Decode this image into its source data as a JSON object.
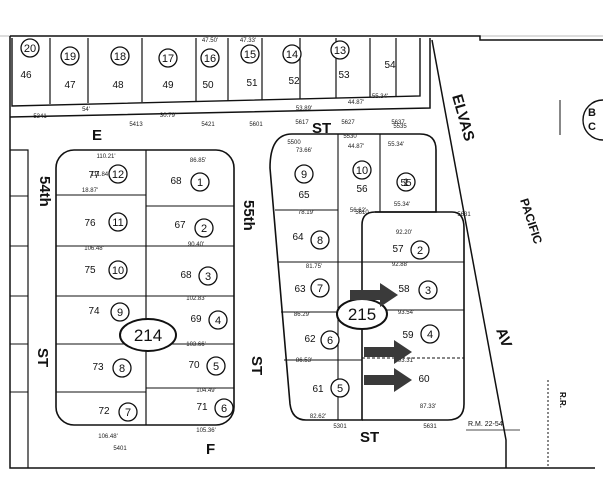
{
  "streets": {
    "elvas": "ELVAS",
    "st_top": "ST",
    "st_55th": "55th",
    "st_55th_suffix": "ST",
    "st_54th": "54th",
    "st_54th_suffix": "ST",
    "pacific": "PACIFIC",
    "av": "AV",
    "f": "F",
    "st_bottom": "ST",
    "e": "E",
    "rr": "R.R."
  },
  "blocks": {
    "b214": "214",
    "b215": "215"
  },
  "reference": "R.M. 22-54",
  "top_parcels": [
    {
      "circle": "20",
      "lot": "46"
    },
    {
      "circle": "19",
      "lot": "47"
    },
    {
      "circle": "18",
      "lot": "48"
    },
    {
      "circle": "17",
      "lot": "49"
    },
    {
      "circle": "16",
      "lot": "50"
    },
    {
      "circle": "15",
      "lot": "51"
    },
    {
      "circle": "14",
      "lot": "52"
    },
    {
      "circle": "13",
      "lot": "53"
    },
    {
      "circle": "",
      "lot": "54"
    }
  ],
  "block214_left": [
    {
      "circle": "12",
      "lot": "77"
    },
    {
      "circle": "11",
      "lot": "76"
    },
    {
      "circle": "10",
      "lot": "75"
    },
    {
      "circle": "9",
      "lot": "74"
    },
    {
      "circle": "8",
      "lot": "73"
    },
    {
      "circle": "7",
      "lot": "72"
    }
  ],
  "block214_right": [
    {
      "circle": "1",
      "lot": "68"
    },
    {
      "circle": "2",
      "lot": "67"
    },
    {
      "circle": "3",
      "lot": "68"
    },
    {
      "circle": "4",
      "lot": "69"
    },
    {
      "circle": "5",
      "lot": "70"
    },
    {
      "circle": "6",
      "lot": "71"
    }
  ],
  "block215_left": [
    {
      "circle": "9",
      "lot": "65"
    },
    {
      "circle": "8",
      "lot": "64"
    },
    {
      "circle": "7",
      "lot": "63"
    },
    {
      "circle": "6",
      "lot": "62"
    },
    {
      "circle": "5",
      "lot": "61"
    }
  ],
  "block215_upper": [
    {
      "circle": "10",
      "lot": "56"
    },
    {
      "circle": "1",
      "lot": "55"
    }
  ],
  "block215_right": [
    {
      "circle": "2",
      "lot": "57"
    },
    {
      "circle": "3",
      "lot": "58"
    },
    {
      "circle": "4",
      "lot": "59"
    },
    {
      "circle": "",
      "lot": "60"
    }
  ],
  "dims": {
    "d1": "47.50'",
    "d2": "47.33'",
    "d3": "54'",
    "d4": "30.79'",
    "d5": "53.89'",
    "d6": "44.87'",
    "d7": "55.34'",
    "d8": "110.21'",
    "d9": "86.85'",
    "d10": "111.84'",
    "d11": "18.87'",
    "d12": "90.40'",
    "d13": "106.48'",
    "d14": "102.83'",
    "d15": "103.66'",
    "d16": "104.49'",
    "d17": "105.36'",
    "d18": "106.48'",
    "d19": "73.66'",
    "d20": "44.87'",
    "d21": "55.34'",
    "d22": "56.62'",
    "d23": "55.34'",
    "d24": "78.19'",
    "d25": "92.20'",
    "d26": "81.75'",
    "d27": "92.88'",
    "d28": "86.29'",
    "d29": "93.54'",
    "d30": "86.53'",
    "d31": "93.31'",
    "d32": "87.33'",
    "d33": "82.62'",
    "c1": "5401",
    "c2": "5631",
    "c3": "5301",
    "c4": "5341",
    "c5": "5413",
    "c6": "5421",
    "c7": "5601",
    "c8": "5617",
    "c9": "5627",
    "c10": "5637",
    "c11": "5500",
    "c12": "5530",
    "c13": "5535",
    "c14": "5610",
    "c15": "5631"
  },
  "arrows": 3
}
